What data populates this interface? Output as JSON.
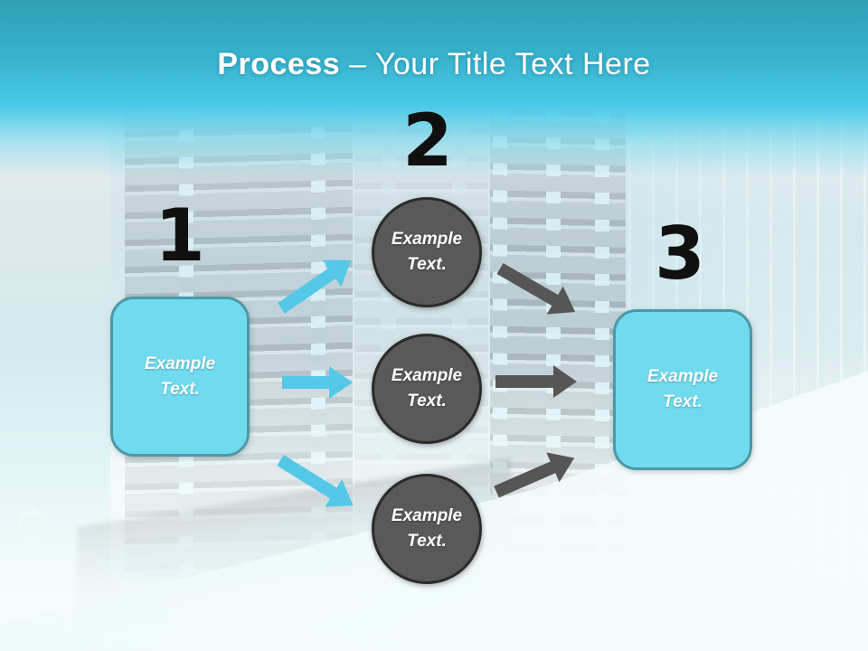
{
  "title": {
    "bold": "Process",
    "rest": " – Your Title Text Here"
  },
  "steps": [
    {
      "number": "1",
      "label": "Example Text."
    },
    {
      "number": "2",
      "circles": [
        {
          "label": "Example Text."
        },
        {
          "label": "Example Text."
        },
        {
          "label": "Example Text."
        }
      ]
    },
    {
      "number": "3",
      "label": "Example Text."
    }
  ],
  "colors": {
    "header_top": "#2E9FB5",
    "header_bottom": "#49CAE7",
    "box_fill": "#70DBEF",
    "box_border": "#4E98A6",
    "circle_fill": "#595959",
    "circle_border": "#2B2B2B",
    "arrow_cyan": "#55C8E8",
    "arrow_gray": "#565656",
    "number_color": "#101010",
    "title_color": "#FFFFFF",
    "label_color": "#FFFFFF"
  }
}
